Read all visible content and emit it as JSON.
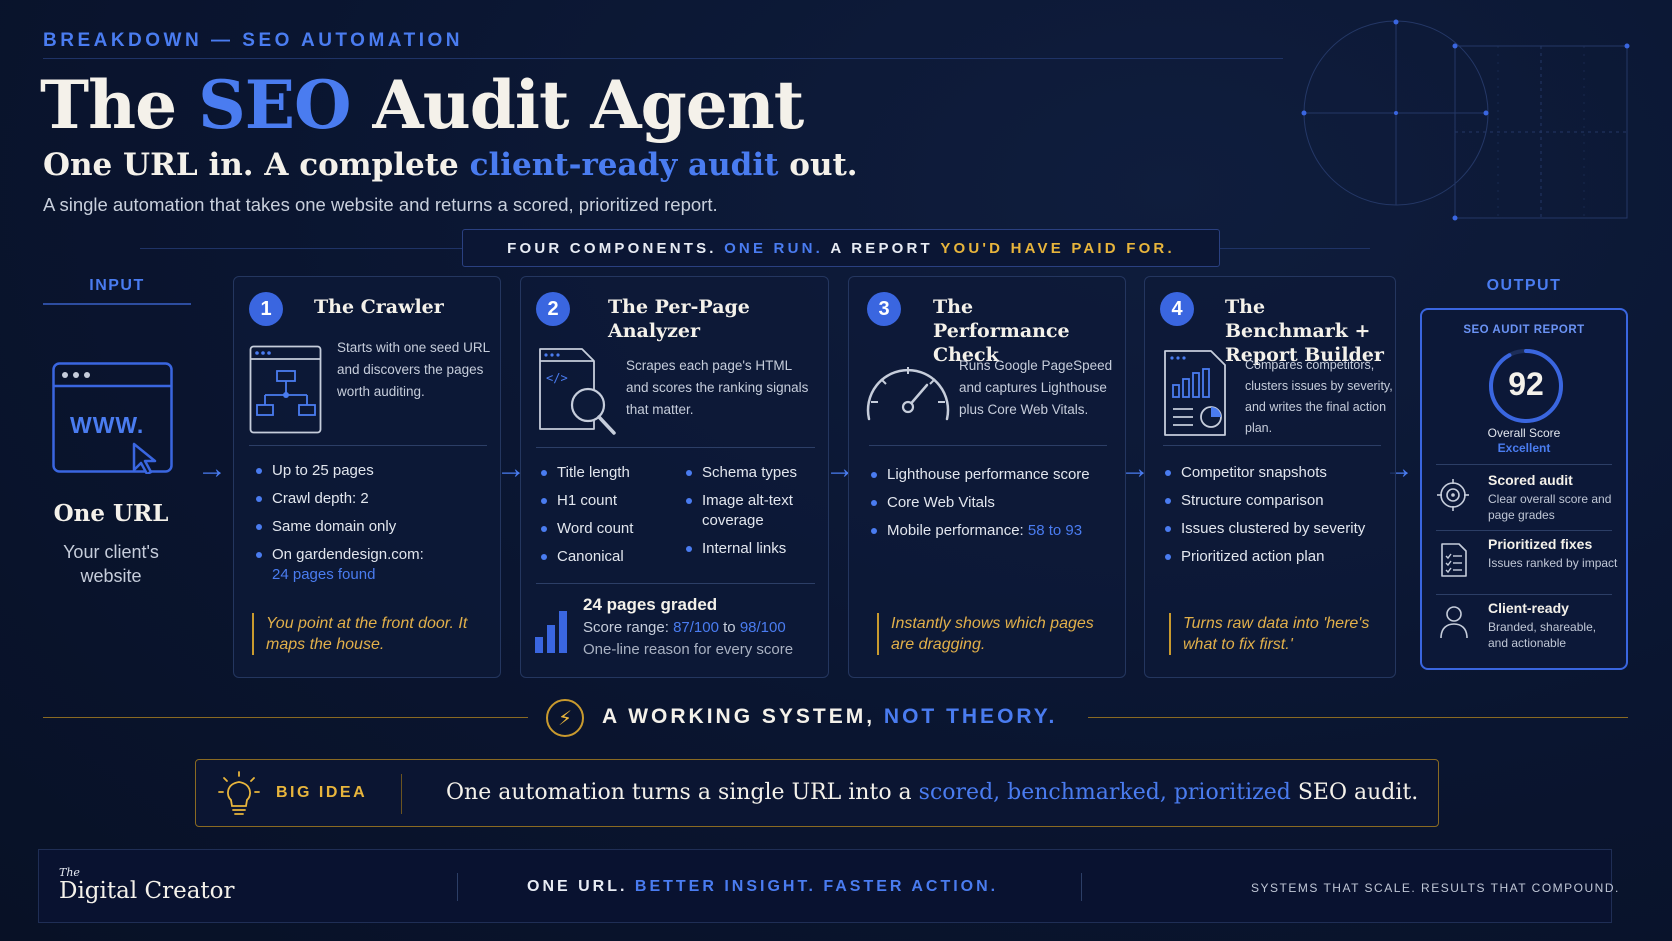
{
  "header": {
    "eyebrow": "BREAKDOWN — SEO AUTOMATION",
    "title_pre": "The ",
    "title_accent": "SEO",
    "title_post": " Audit Agent",
    "subtitle_pre": "One URL in. A complete ",
    "subtitle_accent": "client-ready audit",
    "subtitle_post": " out.",
    "description": "A single automation that takes one website and returns a scored, prioritized report."
  },
  "banner": {
    "part1": "FOUR COMPONENTS.",
    "part2": "ONE RUN.",
    "part3": "A REPORT",
    "part4": "YOU'D HAVE PAID FOR."
  },
  "input": {
    "label": "INPUT",
    "browser_text": "WWW.",
    "title": "One URL",
    "subtitle_line1": "Your client's",
    "subtitle_line2": "website"
  },
  "cards": [
    {
      "number": "1",
      "title": "The Crawler",
      "description": "Starts with one seed URL and discovers the pages worth auditing.",
      "bullets": [
        "Up to 25 pages",
        "Crawl depth: 2",
        "Same domain only",
        "On gardendesign.com:"
      ],
      "bullet_highlight": "24 pages found",
      "quote": "You point at the front door. It maps the house.",
      "icon": "sitemap-icon"
    },
    {
      "number": "2",
      "title": "The Per-Page Analyzer",
      "description": "Scrapes each page's HTML and scores the ranking signals that matter.",
      "bullets_left": [
        "Title length",
        "H1 count",
        "Word count",
        "Canonical"
      ],
      "bullets_right": [
        "Schema types",
        "Image alt-text coverage",
        "Internal links"
      ],
      "graded_title": "24 pages graded",
      "score_range_label": "Score range:",
      "score_low": "87/100",
      "score_to": "to",
      "score_high": "98/100",
      "graded_note": "One-line reason for every score",
      "icon": "code-magnifier-icon"
    },
    {
      "number": "3",
      "title": "The Performance Check",
      "description": "Runs Google PageSpeed and captures Lighthouse plus Core Web Vitals.",
      "bullets": [
        "Lighthouse performance score",
        "Core Web Vitals",
        "Mobile performance:"
      ],
      "mobile_range": "58 to 93",
      "quote": "Instantly shows which pages are dragging.",
      "icon": "speedometer-icon"
    },
    {
      "number": "4",
      "title": "The Benchmark + Report Builder",
      "description": "Compares competitors, clusters issues by severity, and writes the final action plan.",
      "bullets": [
        "Competitor snapshots",
        "Structure comparison",
        "Issues clustered by severity",
        "Prioritized action plan"
      ],
      "quote": "Turns raw data into 'here's what to fix first.'",
      "icon": "report-chart-icon"
    }
  ],
  "output": {
    "label": "OUTPUT",
    "report_title": "SEO AUDIT REPORT",
    "score": "92",
    "score_value": 92,
    "score_label": "Overall Score",
    "score_grade": "Excellent",
    "items": [
      {
        "title": "Scored audit",
        "sub": "Clear overall score and page grades",
        "icon": "target-icon"
      },
      {
        "title": "Prioritized fixes",
        "sub": "Issues ranked by impact",
        "icon": "checklist-icon"
      },
      {
        "title": "Client-ready",
        "sub": "Branded, shareable, and actionable",
        "icon": "person-icon"
      }
    ]
  },
  "working_system": {
    "part1": "A WORKING SYSTEM,",
    "part2": "NOT THEORY."
  },
  "big_idea": {
    "label": "BIG IDEA",
    "text_pre": "One automation turns a single URL into a ",
    "accent1": "scored,",
    "accent2": "benchmarked,",
    "accent3": "prioritized",
    "text_post": " SEO audit."
  },
  "footer": {
    "brand_small": "The",
    "brand": "Digital Creator",
    "mid_part1": "ONE URL.",
    "mid_part2": "BETTER INSIGHT. FASTER ACTION.",
    "right": "SYSTEMS THAT SCALE. RESULTS THAT COMPOUND."
  },
  "colors": {
    "background": "#0a1530",
    "accent_blue": "#4a7cf0",
    "accent_gold": "#e8b53c",
    "text_cream": "#f4f1ea"
  }
}
